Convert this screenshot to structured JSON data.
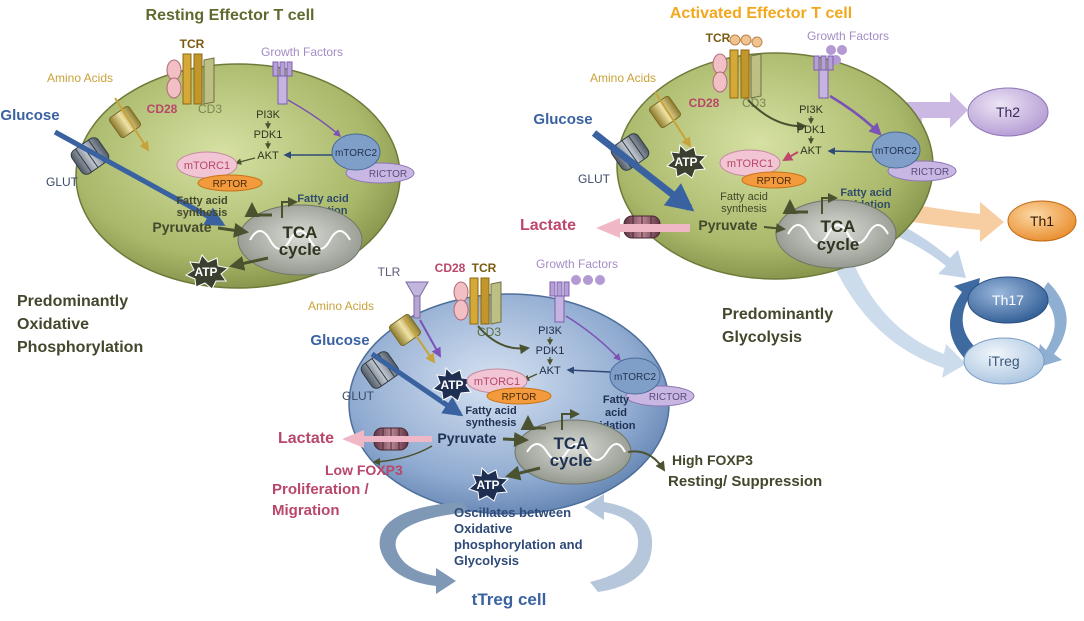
{
  "resting": {
    "title": "Resting Effector T cell",
    "tcr": "TCR",
    "cd28": "CD28",
    "cd3": "CD3",
    "growth_factors": "Growth Factors",
    "amino_acids": "Amino Acids",
    "glucose": "Glucose",
    "glut": "GLUT",
    "pi3k": "PI3K",
    "pdk1": "PDK1",
    "akt": "AKT",
    "mtorc1": "mTORC1",
    "rptor": "RPTOR",
    "mtorc2": "mTORC2",
    "rictor": "RICTOR",
    "fas_1": "Fatty acid",
    "fas_2": "synthesis",
    "fao_1": "Fatty acid",
    "fao_2": "oxidation",
    "pyruvate": "Pyruvate",
    "tca_1": "TCA",
    "tca_2": "cycle",
    "atp": "ATP",
    "mode": [
      "Predominantly",
      "Oxidative",
      "Phosphorylation"
    ]
  },
  "activated": {
    "title": "Activated Effector T cell",
    "tcr": "TCR",
    "cd28": "CD28",
    "cd3": "CD3",
    "growth_factors": "Growth Factors",
    "amino_acids": "Amino Acids",
    "glucose": "Glucose",
    "glut": "GLUT",
    "pi3k": "PI3K",
    "pdk1": "PDK1",
    "akt": "AKT",
    "mtorc1": "mTORC1",
    "rptor": "RPTOR",
    "mtorc2": "mTORC2",
    "rictor": "RICTOR",
    "atp": "ATP",
    "fas_1": "Fatty acid",
    "fas_2": "synthesis",
    "fao_1": "Fatty acid",
    "fao_2": "oxidation",
    "pyruvate": "Pyruvate",
    "tca_1": "TCA",
    "tca_2": "cycle",
    "lactate": "Lactate",
    "mode": [
      "Predominantly",
      "Glycolysis"
    ],
    "subsets": {
      "th2": "Th2",
      "th1": "Th1",
      "th17": "Th17",
      "itreg": "iTreg"
    }
  },
  "treg": {
    "title": "tTreg cell",
    "tlr": "TLR",
    "cd28": "CD28",
    "tcr": "TCR",
    "cd3": "CD3",
    "growth_factors": "Growth Factors",
    "amino_acids": "Amino Acids",
    "glucose": "Glucose",
    "glut": "GLUT",
    "pi3k": "PI3K",
    "pdk1": "PDK1",
    "akt": "AKT",
    "mtorc1": "mTORC1",
    "rptor": "RPTOR",
    "mtorc2": "mTORC2",
    "rictor": "RICTOR",
    "atp_upper": "ATP",
    "atp_lower": "ATP",
    "fas_1": "Fatty acid",
    "fas_2": "synthesis",
    "fao_1": "Fatty",
    "fao_2": "acid",
    "fao_3": "oxidation",
    "pyruvate": "Pyruvate",
    "tca_1": "TCA",
    "tca_2": "cycle",
    "lactate": "Lactate",
    "low_foxp3": "Low FOXP3",
    "low_outcome": [
      "Proliferation /",
      "Migration"
    ],
    "high_foxp3": "High FOXP3",
    "high_outcome": "Resting/ Suppression",
    "oscillation": [
      "Oscillates between",
      "Oxidative",
      "phosphorylation and",
      "Glycolysis"
    ]
  },
  "colors": {
    "resting_title": "#5f6b2e",
    "activated_title": "#f2a81d",
    "cell_green": "#a9b86a",
    "cell_blue": "#8faad0",
    "glucose_blue": "#3a62a0",
    "cd28_red": "#b8476a",
    "amino_gold": "#c8a23a",
    "growth_purple": "#a48cc4",
    "dark_text": "#43482c",
    "th1_orange": "#f0a04a",
    "th_blue": "#4e78aa"
  }
}
